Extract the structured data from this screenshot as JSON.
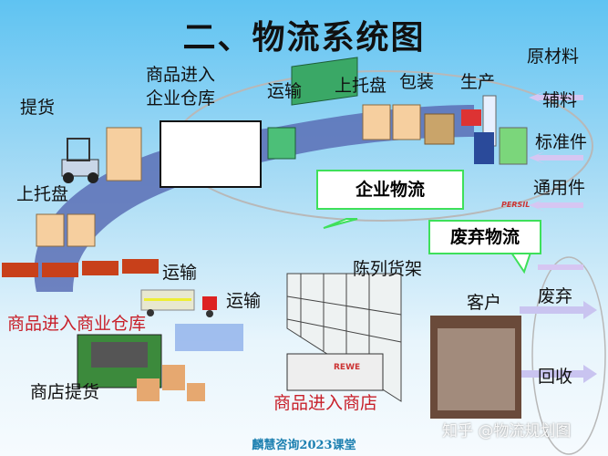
{
  "title": "二、物流系统图",
  "labels": {
    "pickup": "提货",
    "enter_company_warehouse_1": "商品进入",
    "enter_company_warehouse_2": "企业仓库",
    "transport_top": "运输",
    "palletize_top": "上托盘",
    "packaging": "包装",
    "production": "生产",
    "palletize_left": "上托盘",
    "raw_materials": "原材料",
    "auxiliary": "辅料",
    "standard_parts": "标准件",
    "common_parts": "通用件",
    "transport_rail": "运输",
    "transport_truck": "运输",
    "enter_commercial_warehouse": "商品进入商业仓库",
    "display_shelves": "陈列货架",
    "customer": "客户",
    "discard": "废弃",
    "recycle": "回收",
    "store_pickup": "商店提货",
    "enter_store": "商品进入商店"
  },
  "callouts": {
    "enterprise_logistics": "企业物流",
    "waste_logistics": "废弃物流"
  },
  "product_text": {
    "truck_brand": "REWE",
    "detergent": "PERSIL"
  },
  "footer": "麟慧咨询2023课堂",
  "watermark": "知乎 @物流规划图",
  "colors": {
    "accent_red": "#c8202a",
    "callout_border": "#3ee05a",
    "flow_band": "#5a6fb5"
  }
}
